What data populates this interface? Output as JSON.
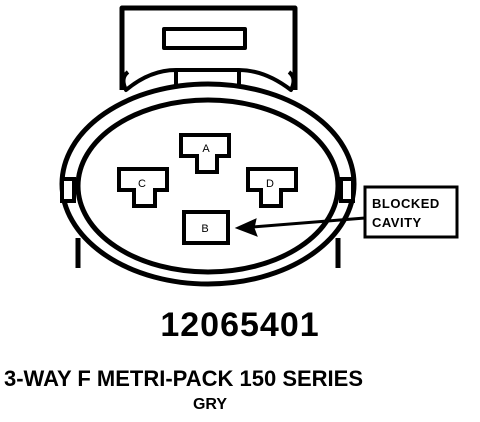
{
  "diagram": {
    "cavities": [
      {
        "id": "a",
        "label": "A"
      },
      {
        "id": "b",
        "label": "B"
      },
      {
        "id": "c",
        "label": "C"
      },
      {
        "id": "d",
        "label": "D"
      }
    ],
    "callout": {
      "line1": "BLOCKED",
      "line2": "CAVITY"
    },
    "part_number": "12065401",
    "connector_name": "3-WAY F METRI-PACK 150 SERIES",
    "color": "GRY"
  }
}
